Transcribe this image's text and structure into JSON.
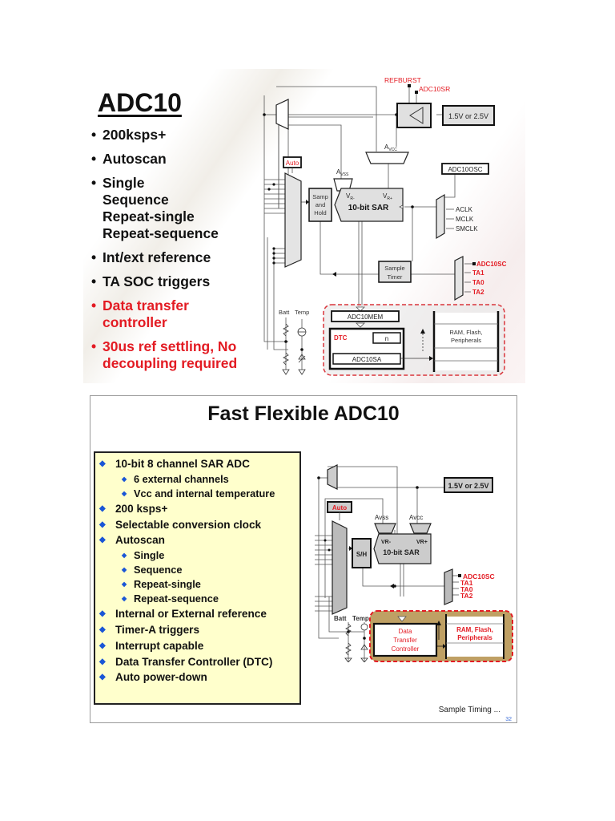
{
  "slide1": {
    "title": "ADC10",
    "bullets": [
      {
        "lines": [
          "200ksps+"
        ],
        "color": "black"
      },
      {
        "lines": [
          "Autoscan"
        ],
        "color": "black"
      },
      {
        "lines": [
          "Single",
          "Sequence",
          "Repeat-single",
          "Repeat-sequence"
        ],
        "color": "black"
      },
      {
        "lines": [
          "Int/ext reference"
        ],
        "color": "black"
      },
      {
        "lines": [
          "TA SOC triggers"
        ],
        "color": "black"
      },
      {
        "lines": [
          "Data transfer",
          "controller"
        ],
        "color": "red"
      },
      {
        "lines": [
          "30us ref settling, No",
          "decoupling required"
        ],
        "color": "red"
      }
    ],
    "diagram": {
      "refburst": "REFBURST",
      "adc10sr": "ADC10SR",
      "ref_voltage": "1.5V or 2.5V",
      "avcc": "A",
      "avcc_sub": "VCC",
      "avss": "A",
      "avss_sub": "VSS",
      "auto": "Auto",
      "adc10osc": "ADC10OSC",
      "samp_hold": [
        "Samp",
        "and",
        "Hold"
      ],
      "vr_minus": "V",
      "vr_minus_sub": "R-",
      "vr_plus": "V",
      "vr_plus_sub": "R+",
      "sar": "10-bit SAR",
      "clocks": [
        "ACLK",
        "MCLK",
        "SMCLK"
      ],
      "sample_timer": [
        "Sample",
        "Timer"
      ],
      "triggers": [
        "ADC10SC",
        "TA1",
        "TA0",
        "TA2"
      ],
      "batt": "Batt",
      "temp": "Temp",
      "adc10mem": "ADC10MEM",
      "dtc": "DTC",
      "n": "n",
      "adc10sa": "ADC10SA",
      "memory": [
        "RAM, Flash,",
        "Peripherals"
      ]
    }
  },
  "slide2": {
    "title": "Fast Flexible ADC10",
    "bullets": [
      {
        "level": 1,
        "text": "10-bit 8 channel SAR ADC"
      },
      {
        "level": 2,
        "text": "6 external channels"
      },
      {
        "level": 2,
        "text": "Vcc and internal temperature"
      },
      {
        "level": 1,
        "text": "200 ksps+"
      },
      {
        "level": 1,
        "text": "Selectable conversion clock"
      },
      {
        "level": 1,
        "text": "Autoscan"
      },
      {
        "level": 2,
        "text": "Single"
      },
      {
        "level": 2,
        "text": "Sequence"
      },
      {
        "level": 2,
        "text": "Repeat-single"
      },
      {
        "level": 2,
        "text": "Repeat-sequence"
      },
      {
        "level": 1,
        "text": "Internal or External reference"
      },
      {
        "level": 1,
        "text": "Timer-A triggers"
      },
      {
        "level": 1,
        "text": "Interrupt capable"
      },
      {
        "level": 1,
        "text": "Data Transfer Controller (DTC)"
      },
      {
        "level": 1,
        "text": "Auto power-down"
      }
    ],
    "diagram": {
      "ref_voltage": "1.5V or 2.5V",
      "auto": "Auto",
      "avss": "Avss",
      "avcc": "Avcc",
      "sh": "S/H",
      "vr_minus": "VR-",
      "vr_plus": "VR+",
      "sar": "10-bit SAR",
      "triggers": [
        "ADC10SC",
        "TA1",
        "TA0",
        "TA2"
      ],
      "batt": "Batt",
      "temp": "Temp",
      "dtc": [
        "Data",
        "Transfer",
        "Controller"
      ],
      "memory": [
        "RAM, Flash,",
        "Peripherals"
      ]
    },
    "footer": "Sample Timing ...",
    "page_number": "32"
  },
  "colors": {
    "red": "#e31b23",
    "bullet_blue": "#1a56d6",
    "box_yellow": "#ffffcc",
    "dtc_tan": "#bfa064",
    "block_gray": "#d0d0d0"
  }
}
